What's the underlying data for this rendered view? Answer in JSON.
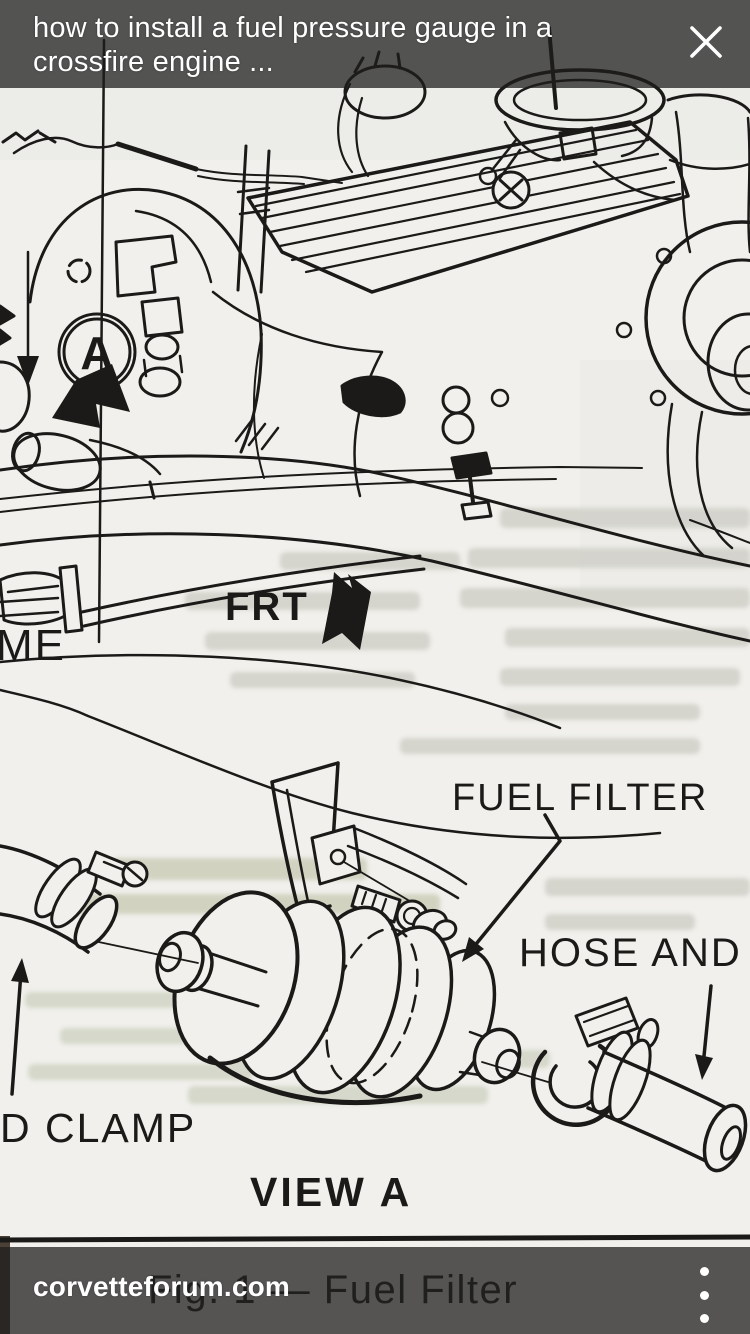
{
  "viewer": {
    "top_bar": {
      "title_line1": "how to install a fuel pressure gauge in a",
      "title_line2": "crossfire engine ...",
      "close_icon": "close-x"
    },
    "bottom_bar": {
      "source": "corvetteforum.com",
      "menu_icon": "kebab-vertical"
    }
  },
  "figure": {
    "caption": "Fig. 1 — Fuel Filter",
    "labels": {
      "frame_partial": "ME",
      "frt": "FRT",
      "view_callout": "A",
      "fuel_filter": "FUEL FILTER",
      "hose_and": "HOSE AND",
      "clamp_partial": "D CLAMP",
      "view_a": "VIEW A"
    },
    "colors": {
      "paper": "#f1f0ec",
      "ink": "#1b1a18",
      "overlay": "rgba(30,30,28,0.74)"
    }
  }
}
